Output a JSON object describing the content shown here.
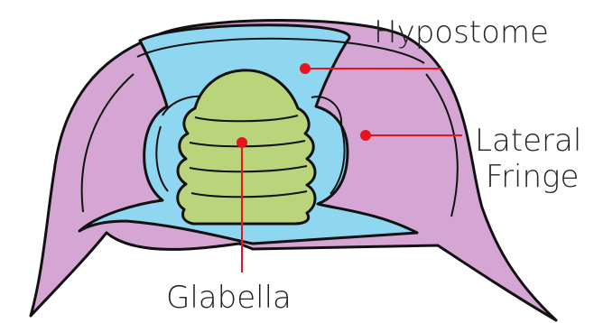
{
  "labels": {
    "hypostome": "Hypostome",
    "lateral_line1": "Lateral",
    "lateral_line2": "Fringe",
    "glabella": "Glabella"
  },
  "colors": {
    "lateral_fringe": "#d5a6d3",
    "hypostome": "#8fd6f0",
    "glabella": "#b9d47a",
    "outline": "#111111",
    "leader": "#e8141d"
  }
}
